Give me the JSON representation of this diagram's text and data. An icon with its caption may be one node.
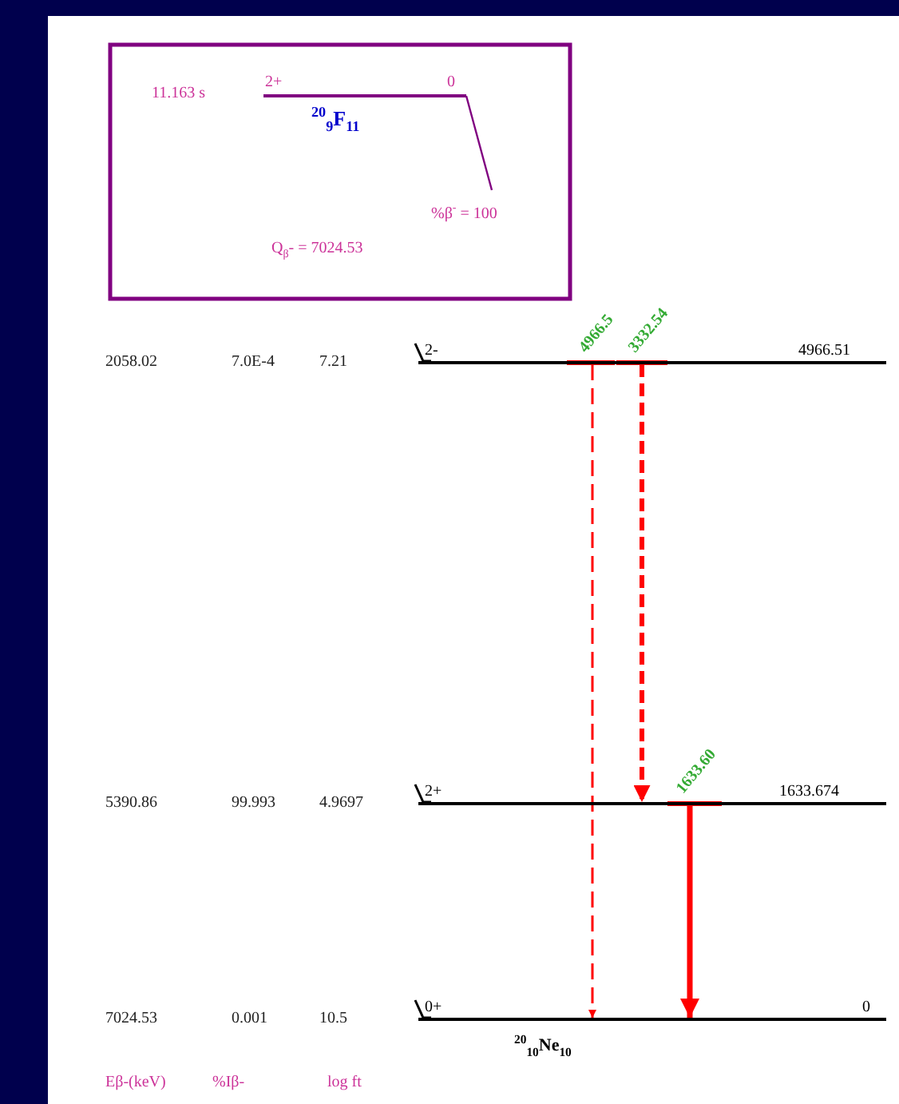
{
  "diagram": {
    "nodes": [
      {
        "text": [],
        "shape": "bar",
        "beside": [
          "11.163 s",
          "2+",
          "0",
          "$^{20}$$_{9}$F$_{11}$"
        ]
      },
      {
        "text": [],
        "shape": "bar",
        "beside": [
          "2-",
          "4966.51"
        ]
      },
      {
        "text": [],
        "shape": "bar",
        "beside": [
          "2+",
          "1633.674"
        ]
      },
      {
        "text": [],
        "shape": "bar",
        "beside": [
          "0+",
          "0",
          "$^{20}$$_{10}$Ne$_{10}$"
        ]
      }
    ],
    "edges": [
      {
        "from": 1,
        "to": 3,
        "arrow": "to",
        "label": "4966.5",
        "style": "dashed"
      },
      {
        "from": 1,
        "to": 2,
        "arrow": "to",
        "label": "3332.54",
        "style": "dashed"
      },
      {
        "from": 2,
        "to": 3,
        "arrow": "to",
        "label": "1633.60",
        "style": "thick"
      },
      {
        "from": 0,
        "to": null,
        "arrow": "none",
        "color": "#800080"
      }
    ],
    "labels": [
      "%β$^{-}$ = 100",
      "Q$_{β}$- = 7024.53",
      "2058.02",
      "7.0E-4",
      "7.21",
      "5390.86",
      "99.993",
      "4.9697",
      "7024.53",
      "0.001",
      "10.5",
      "Eβ-(keV)",
      "%Iβ-",
      "log ft"
    ]
  }
}
